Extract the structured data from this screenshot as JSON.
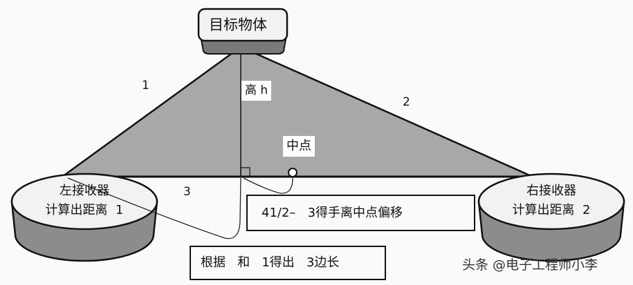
{
  "target": {
    "label": "目标物体"
  },
  "sides": {
    "side1": "1",
    "side2": "2",
    "side3": "3"
  },
  "height_label": "高 h",
  "midpoint_label": "中点",
  "left_receiver": {
    "line1": "左接收器",
    "line2": "计算出距离  1"
  },
  "right_receiver": {
    "line1": "右接收器",
    "line2": "计算出距离  2"
  },
  "offset_box": "41/2–   3得手离中点偏移",
  "length_box": "根据   和   1得出   3边长",
  "watermark": "头条 @电子工程师小李",
  "colors": {
    "triangle": "#a8a8a8",
    "cylinder_body": "#8c8c8c",
    "cylinder_top": "#f2f2f2",
    "target_base": "#7a7a7a"
  }
}
